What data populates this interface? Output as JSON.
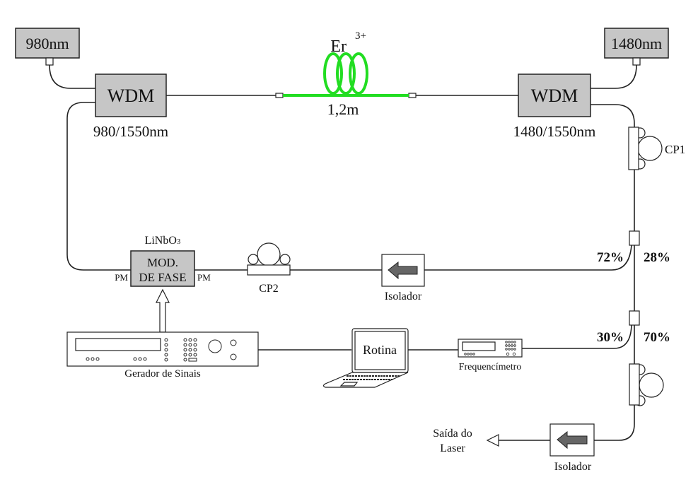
{
  "sources": {
    "left": "980nm",
    "right": "1480nm"
  },
  "wdm": {
    "left": {
      "label": "WDM",
      "spec": "980/1550nm"
    },
    "right": {
      "label": "WDM",
      "spec": "1480/1550nm"
    }
  },
  "gain_fiber": {
    "label": "Er",
    "superscript": "3+",
    "length": "1,2m",
    "color": "#22dd22"
  },
  "modulator": {
    "crystal": "LiNbO",
    "crystal_sub": "3",
    "line1": "MOD.",
    "line2": "DE FASE",
    "port_left": "PM",
    "port_right": "PM"
  },
  "polarization_controllers": {
    "cp1": "CP1",
    "cp2": "CP2"
  },
  "couplers": {
    "first": {
      "left": "72%",
      "right": "28%"
    },
    "second": {
      "left": "30%",
      "right": "70%"
    }
  },
  "isolators": {
    "loop": "Isolador",
    "output": "Isolador"
  },
  "instruments": {
    "signal_generator": "Gerador de Sinais",
    "computer": "Rotina",
    "frequency_counter": "Frequencímetro"
  },
  "output": {
    "line1": "Saída do",
    "line2": "Laser"
  }
}
